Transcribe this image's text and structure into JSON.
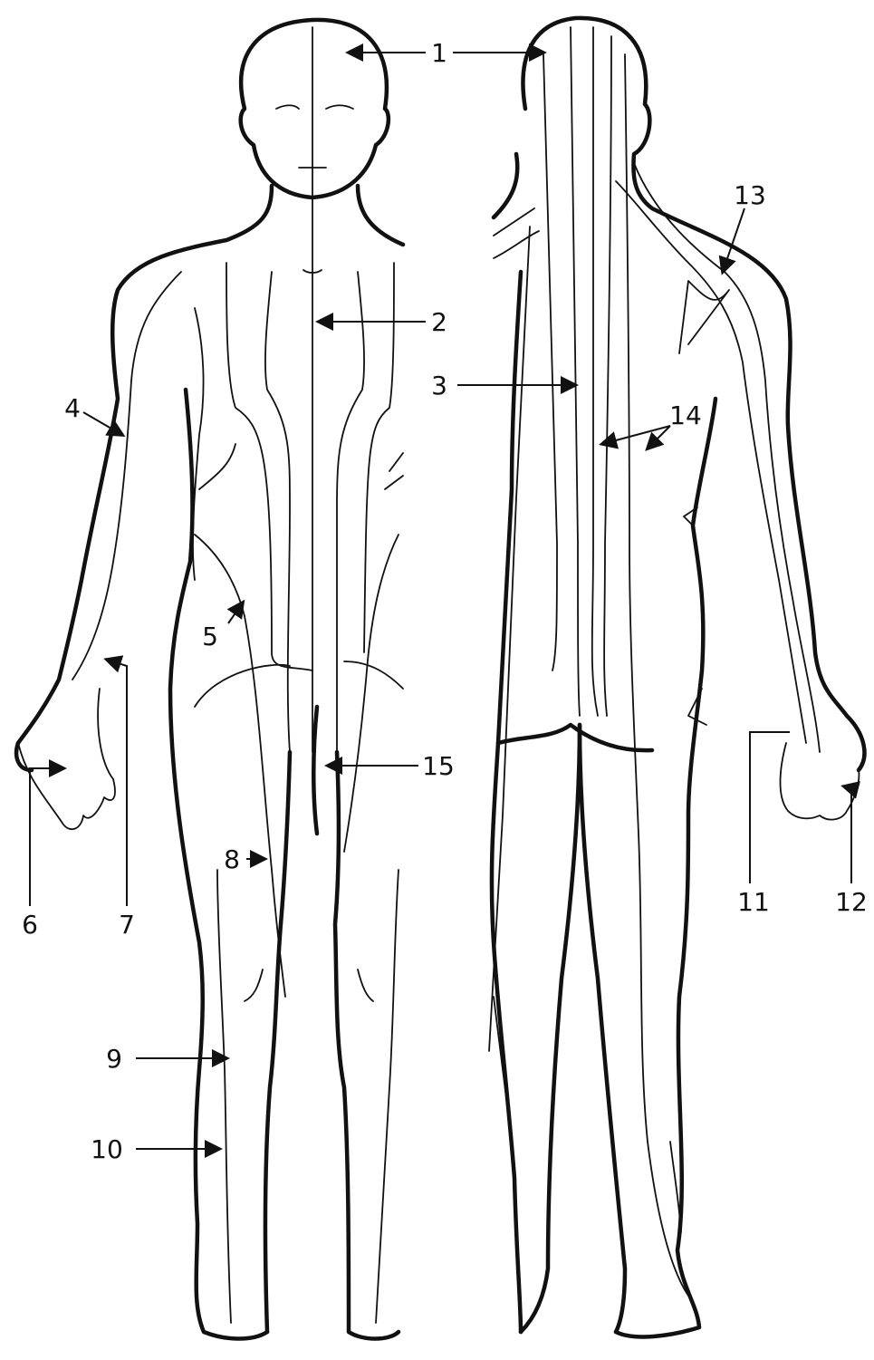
{
  "labels": [
    "1",
    "2",
    "3",
    "4",
    "5",
    "6",
    "7",
    "8",
    "9",
    "10",
    "11",
    "12",
    "13",
    "14",
    "15"
  ],
  "colors": {
    "ink": "#111111",
    "paper": "#ffffff"
  }
}
